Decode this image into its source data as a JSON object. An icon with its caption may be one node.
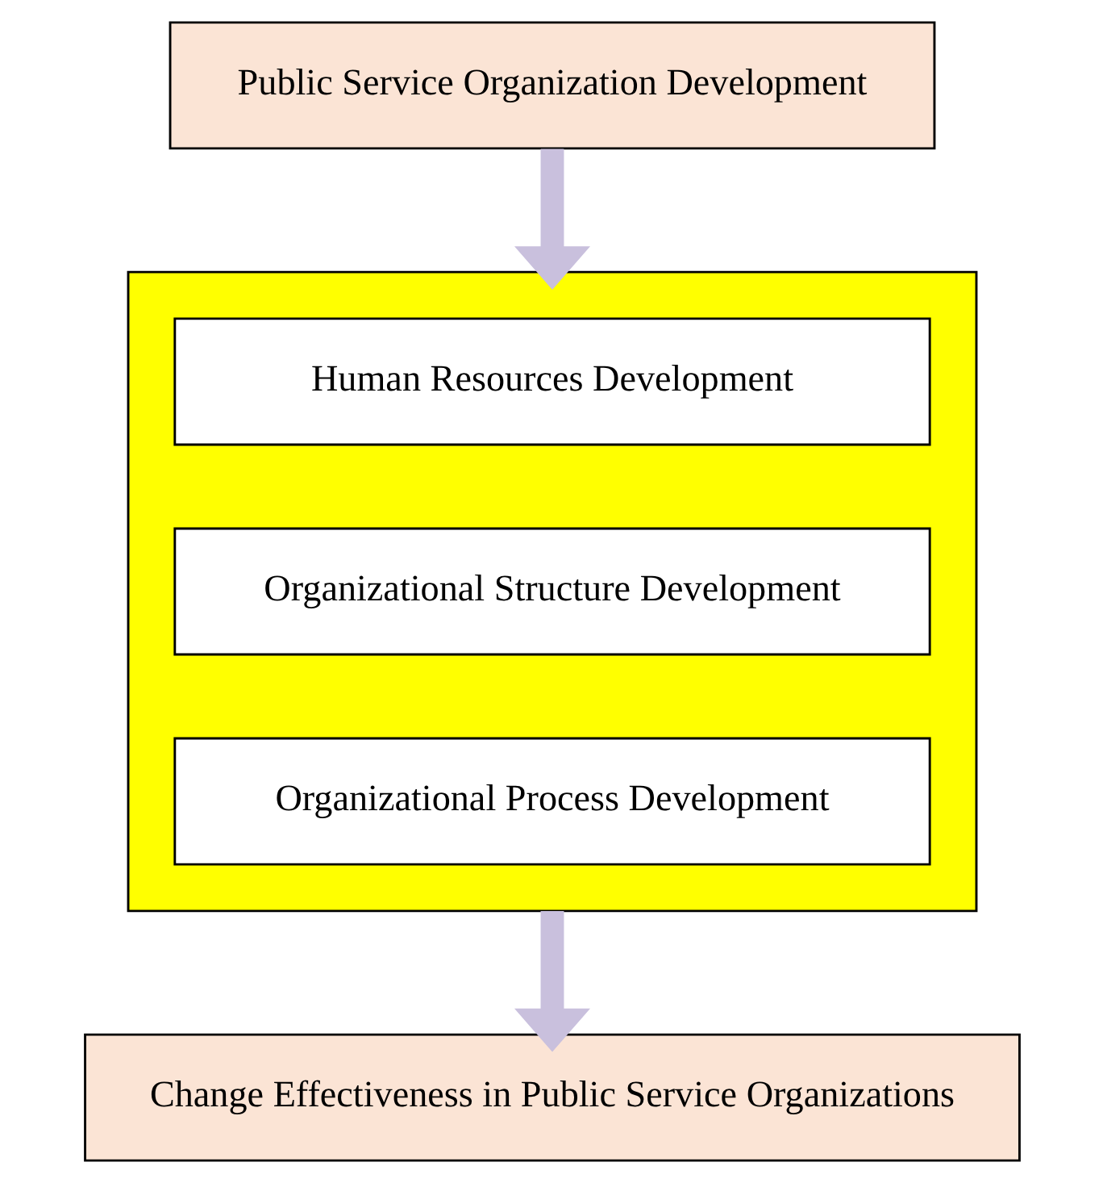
{
  "diagram": {
    "nodes": [
      {
        "text": [
          "Public Service Organization Development"
        ]
      },
      {
        "text": [],
        "shape": "box"
      },
      {
        "text": [
          "Human Resources Development"
        ],
        "in": 1
      },
      {
        "text": [
          "Organizational Structure Development"
        ],
        "in": 1
      },
      {
        "text": [
          "Organizational Process Development"
        ],
        "in": 1
      },
      {
        "text": [
          "Change Effectiveness in Public Service Organizations"
        ]
      }
    ],
    "edges": [
      {
        "from": 0,
        "to": 1,
        "arrow": "to"
      },
      {
        "from": 1,
        "to": 5,
        "arrow": "to"
      }
    ]
  }
}
